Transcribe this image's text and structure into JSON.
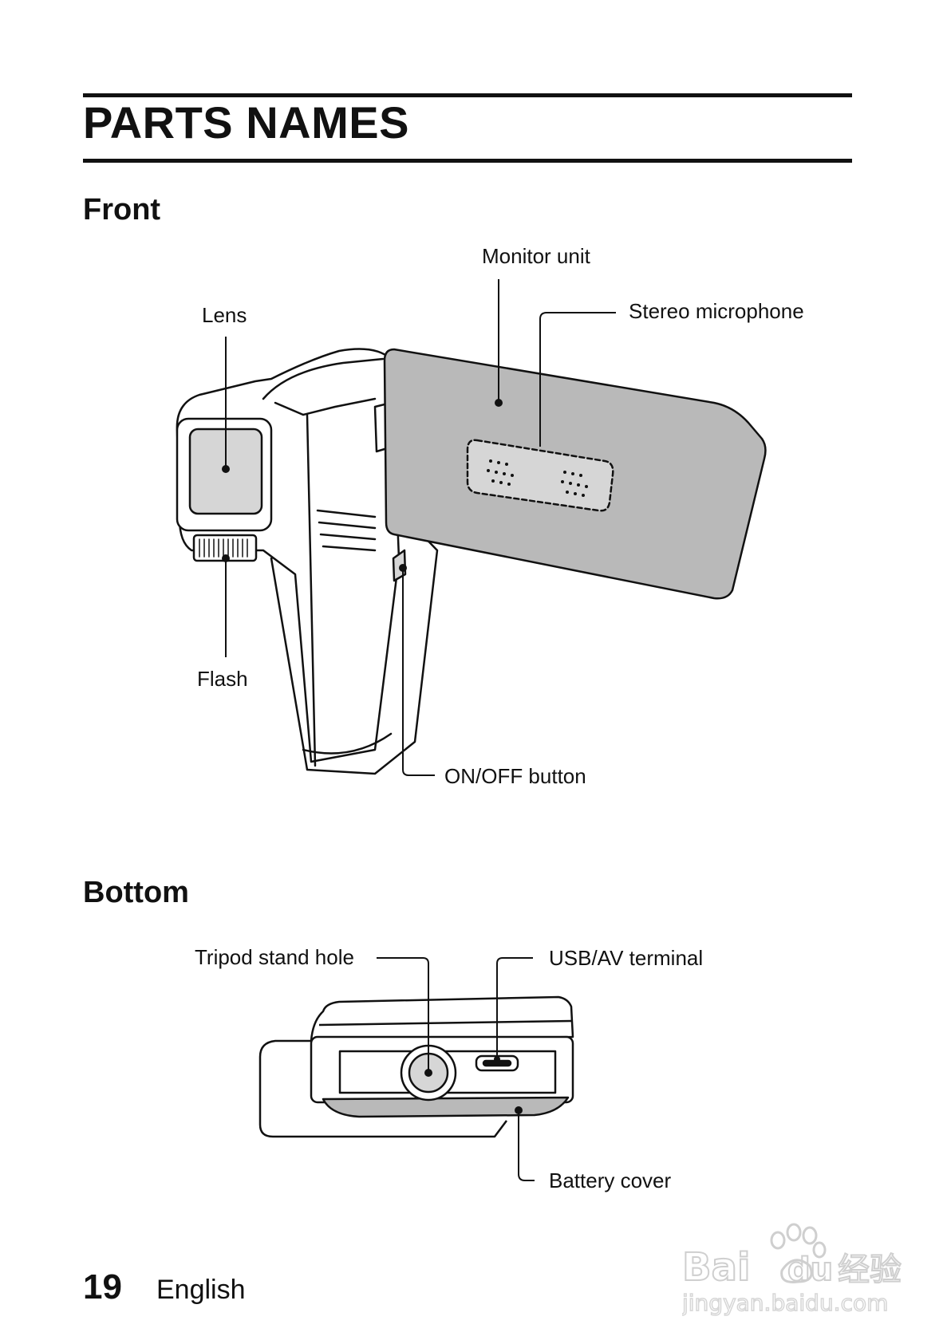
{
  "title": "PARTS NAMES",
  "sections": {
    "front": {
      "heading": "Front",
      "labels": {
        "monitor_unit": "Monitor unit",
        "stereo_microphone": "Stereo microphone",
        "lens": "Lens",
        "flash": "Flash",
        "on_off_button": "ON/OFF button"
      }
    },
    "bottom": {
      "heading": "Bottom",
      "labels": {
        "tripod_stand_hole": "Tripod stand hole",
        "usb_av_terminal": "USB/AV terminal",
        "battery_cover": "Battery cover"
      }
    }
  },
  "footer": {
    "page_number": "19",
    "language": "English"
  },
  "watermark": {
    "brand": "Baidu经验",
    "url": "jingyan.baidu.com"
  },
  "colors": {
    "ink": "#111111",
    "panel_gray": "#b9b9b9",
    "light_gray": "#d6d6d6"
  }
}
